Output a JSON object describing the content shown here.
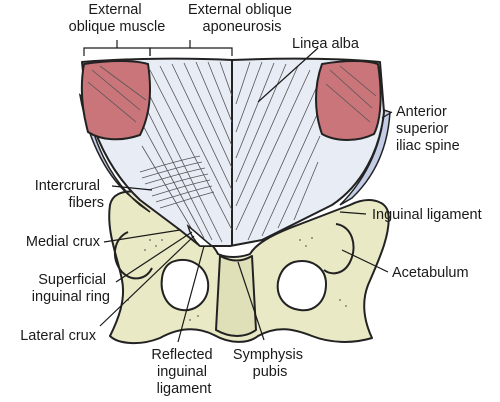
{
  "labels": {
    "external_oblique_muscle": [
      "External",
      "oblique muscle"
    ],
    "external_oblique_aponeurosis": [
      "External oblique",
      "aponeurosis"
    ],
    "linea_alba": [
      "Linea alba"
    ],
    "anterior_superior_iliac_spine": [
      "Anterior",
      "superior",
      "iliac spine"
    ],
    "intercrural_fibers": [
      "Intercrural",
      "fibers"
    ],
    "inguinal_ligament": [
      "Inguinal ligament"
    ],
    "medial_crux": [
      "Medial crux"
    ],
    "acetabulum": [
      "Acetabulum"
    ],
    "superficial_inguinal_ring": [
      "Superficial",
      "inguinal ring"
    ],
    "lateral_crux": [
      "Lateral crux"
    ],
    "reflected_inguinal_ligament": [
      "Reflected",
      "inguinal",
      "ligament"
    ],
    "symphysis_pubis": [
      "Symphysis",
      "pubis"
    ]
  },
  "colors": {
    "muscle": "#c9757a",
    "aponeurosis": "#e8ecf5",
    "aponeurosis_shade": "#c3cde6",
    "bone": "#e9e9c6",
    "outline": "#222222",
    "text": "#1a1a1a"
  }
}
